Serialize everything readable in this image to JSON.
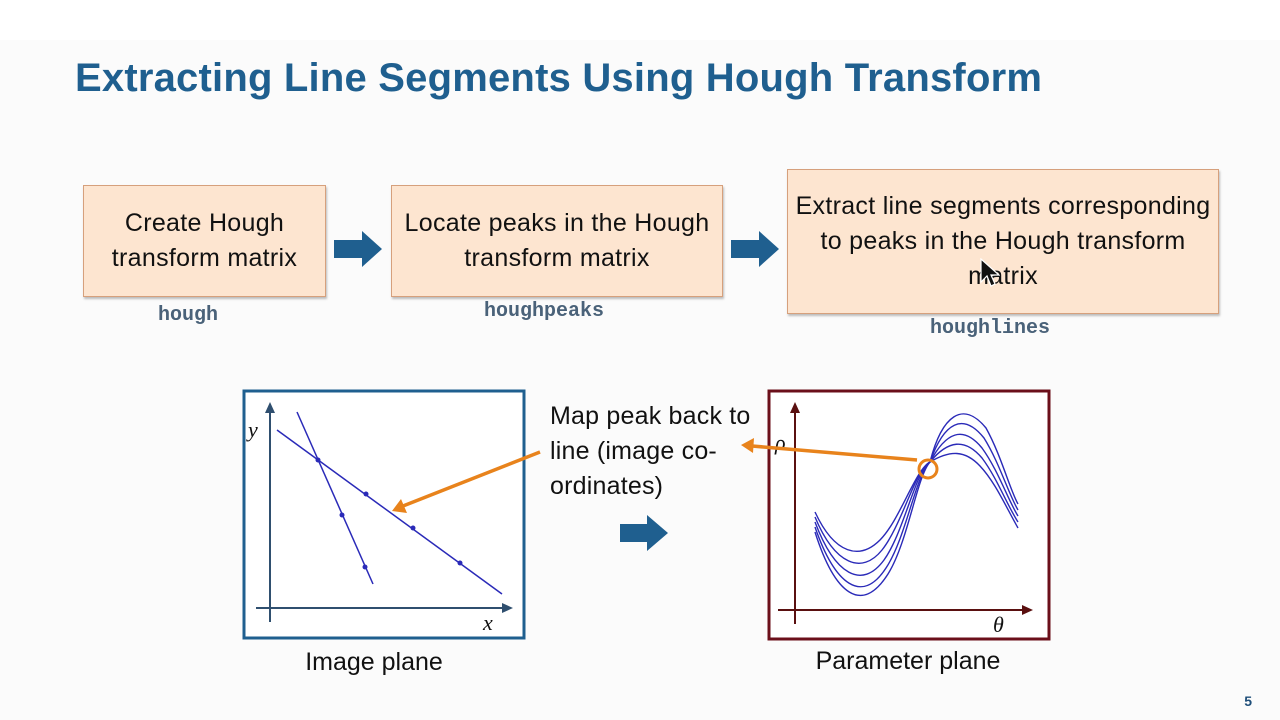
{
  "slide": {
    "title": "Extracting Line Segments Using Hough Transform",
    "page_number": "5"
  },
  "workflow": {
    "steps": [
      {
        "text": "Create Hough transform matrix",
        "function": "hough"
      },
      {
        "text": "Locate peaks in the Hough transform matrix",
        "function": "houghpeaks"
      },
      {
        "text": "Extract line segments corresponding to peaks in the Hough transform matrix",
        "function": "houghlines"
      }
    ]
  },
  "diagram": {
    "image_plane": {
      "caption": "Image plane",
      "x_axis": "x",
      "y_axis": "y"
    },
    "parameter_plane": {
      "caption": "Parameter plane",
      "x_axis": "θ",
      "y_axis": "ρ"
    },
    "annotation": "Map peak back to line (image co-ordinates)"
  },
  "colors": {
    "title": "#1f5f8f",
    "box_fill": "#fde5d0",
    "arrow_blue": "#1f5f8f",
    "image_plane_border": "#1f5f8f",
    "parameter_plane_border": "#6b0f1a",
    "curves": "#2a2ab8",
    "highlight": "#e8831c"
  },
  "icons": [
    "right-arrow-icon",
    "mouse-pointer-icon"
  ]
}
